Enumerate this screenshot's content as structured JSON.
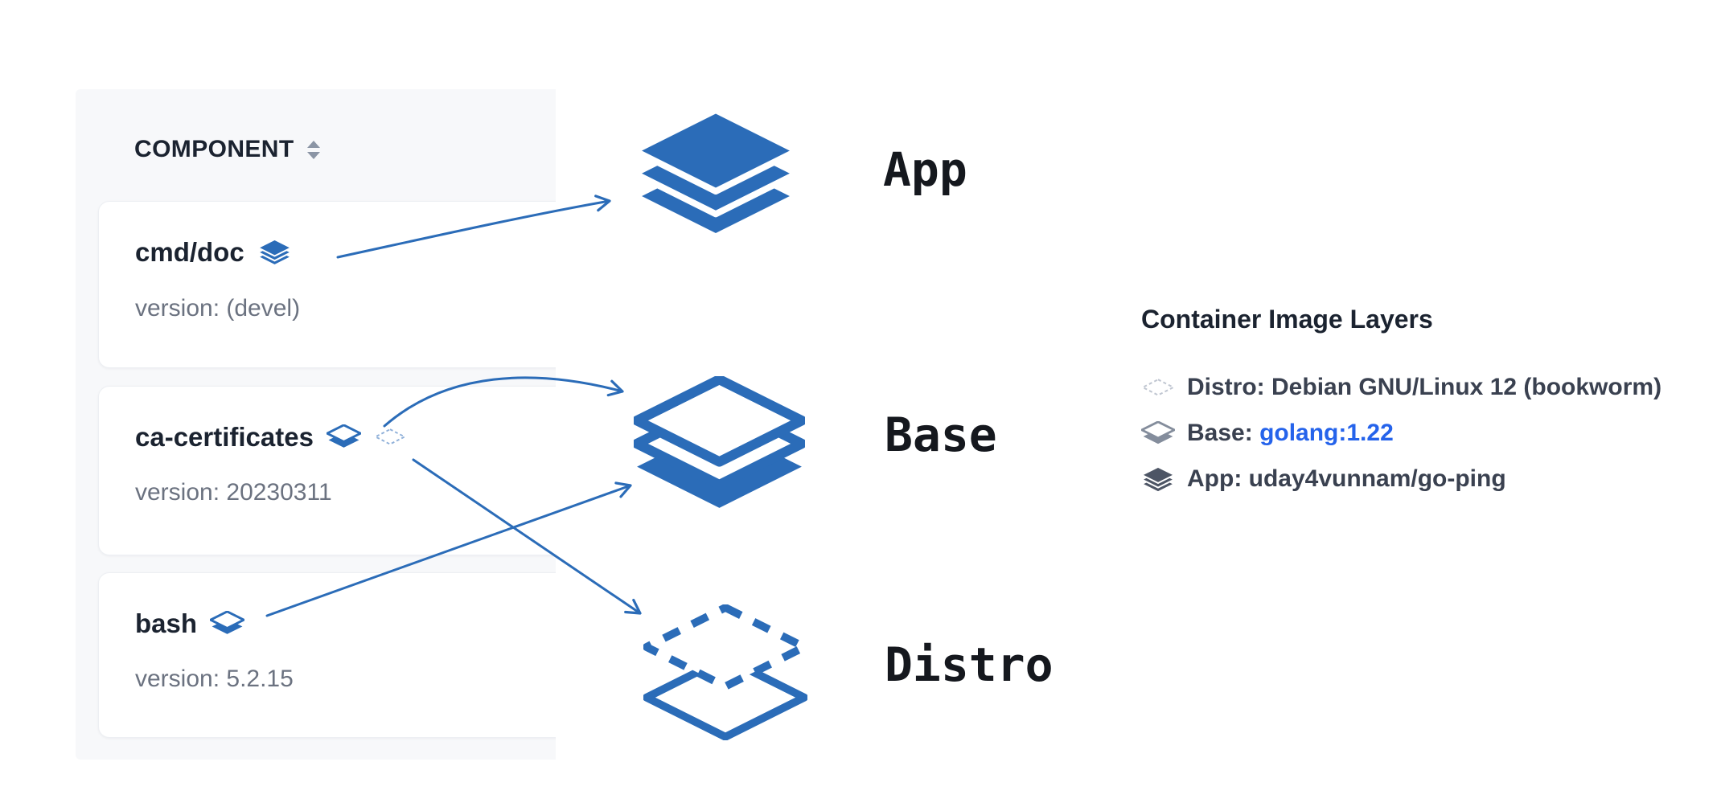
{
  "colors": {
    "accent": "#2b6cb8",
    "accent_light": "#8fb0d9",
    "link": "#2563eb",
    "panel_bg": "#f7f8fa",
    "card_border": "#edeff3",
    "text_dark": "#1b2330",
    "text_gray": "#6b7280",
    "legend_icon_distro": "#c0c6d1",
    "legend_icon_base": "#848d9c",
    "legend_icon_app": "#4d5565"
  },
  "icons": {
    "sort": "sort-carets-up-down",
    "app": "layers-stack-filled-3",
    "base": "layers-outline-top-filled-bottom",
    "distro": "diamond-dashed-outline"
  },
  "table": {
    "header": "COMPONENT",
    "rows": [
      {
        "name": "cmd/doc",
        "version": "version: (devel)",
        "icons": [
          "app-layers"
        ]
      },
      {
        "name": "ca-certificates",
        "version": "version: 20230311",
        "icons": [
          "base-layers",
          "distro-diamond"
        ]
      },
      {
        "name": "bash",
        "version": "version: 5.2.15",
        "icons": [
          "base-layers"
        ]
      }
    ]
  },
  "layers": [
    {
      "label": "App",
      "style": "filled"
    },
    {
      "label": "Base",
      "style": "outlined-top-filled-bottom"
    },
    {
      "label": "Distro",
      "style": "dashed"
    }
  ],
  "legend": {
    "title": "Container Image Layers",
    "items": [
      {
        "icon": "diamond-dashed",
        "label": "Distro:",
        "value": "Debian GNU/Linux 12 (bookworm)"
      },
      {
        "icon": "layers-base",
        "label": "Base:",
        "value": "golang:1.22",
        "is_link": true
      },
      {
        "icon": "layers-filled",
        "label": "App:",
        "value": "uday4vunnam/go-ping"
      }
    ]
  }
}
